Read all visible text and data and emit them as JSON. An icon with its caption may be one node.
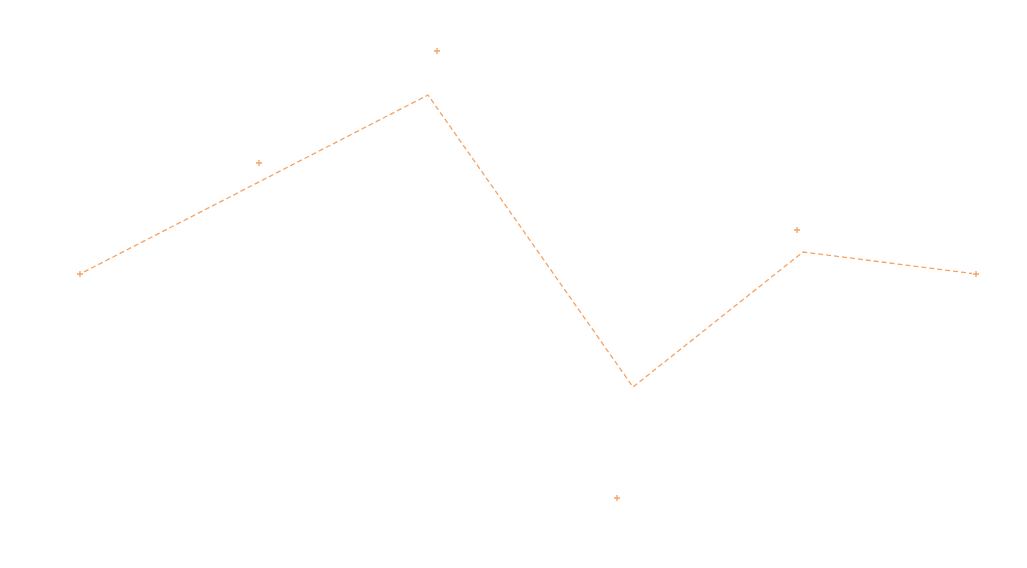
{
  "diagram": {
    "nodes": [
      {
        "text": [],
        "shape": "plus"
      },
      {
        "text": [],
        "shape": "plus"
      },
      {
        "text": [],
        "shape": "plus"
      },
      {
        "text": [],
        "shape": "plus"
      },
      {
        "text": [],
        "shape": "plus"
      },
      {
        "text": [],
        "shape": "plus"
      }
    ],
    "edges": [
      {
        "from": 0,
        "to": 5,
        "arrow": "none",
        "style": "dashed",
        "color": "#f5a263"
      }
    ]
  }
}
